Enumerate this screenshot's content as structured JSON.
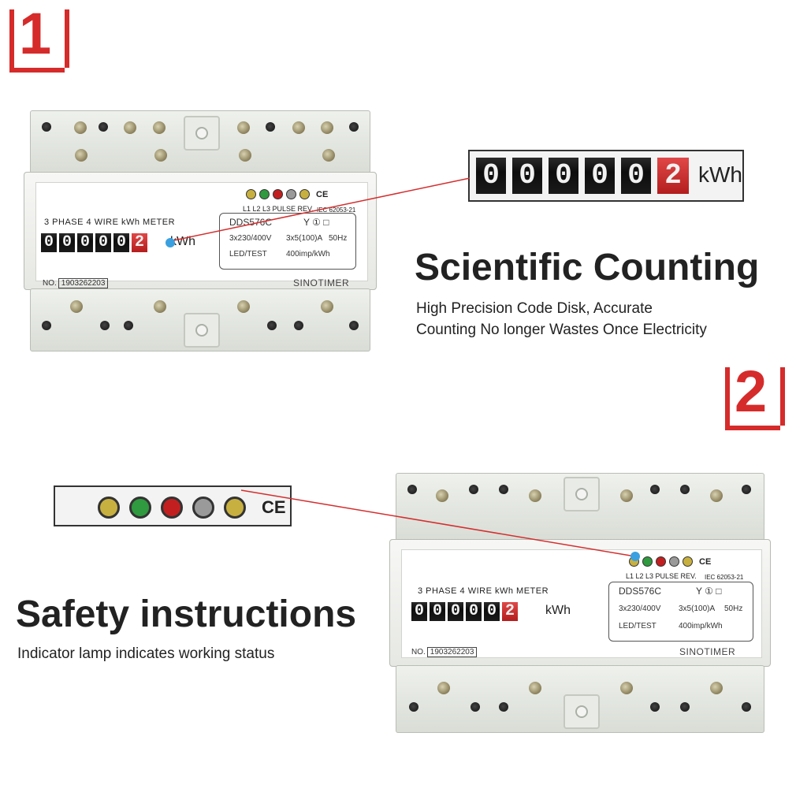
{
  "section1": {
    "badge": "1",
    "heading": "Scientific Counting",
    "desc_line1": "High Precision Code Disk, Accurate",
    "desc_line2": "Counting No longer Wastes Once Electricity",
    "zoom_digits": [
      "0",
      "0",
      "0",
      "0",
      "0",
      "2"
    ],
    "zoom_unit": "kWh"
  },
  "section2": {
    "badge": "2",
    "heading": "Safety instructions",
    "desc": "Indicator lamp indicates working status",
    "zoom_ce": "CE"
  },
  "meter": {
    "title": "3 PHASE 4 WIRE kWh METER",
    "digits": [
      "0",
      "0",
      "0",
      "0",
      "0",
      "2"
    ],
    "unit": "kWh",
    "model": "DDS576C",
    "voltage": "3x230/400V",
    "current": "3x5(100)A",
    "frequency": "50Hz",
    "led_test": "LED/TEST",
    "imp": "400imp/kWh",
    "led_labels": "L1  L2  L3 PULSE REV.",
    "standard": "IEC 62053-21",
    "ce": "CE",
    "serial_label": "NO.",
    "serial": "1903262203",
    "brand": "SINOTIMER",
    "symbols": "Y ① □"
  },
  "colors": {
    "accent_red": "#d62b2b",
    "leader_line": "#d32f2f",
    "pointer_dot": "#3aa0e0",
    "led_yellow": "#c8b040",
    "led_green": "#2f9a3f",
    "led_red": "#c22020",
    "led_grey": "#9a9a9a"
  }
}
